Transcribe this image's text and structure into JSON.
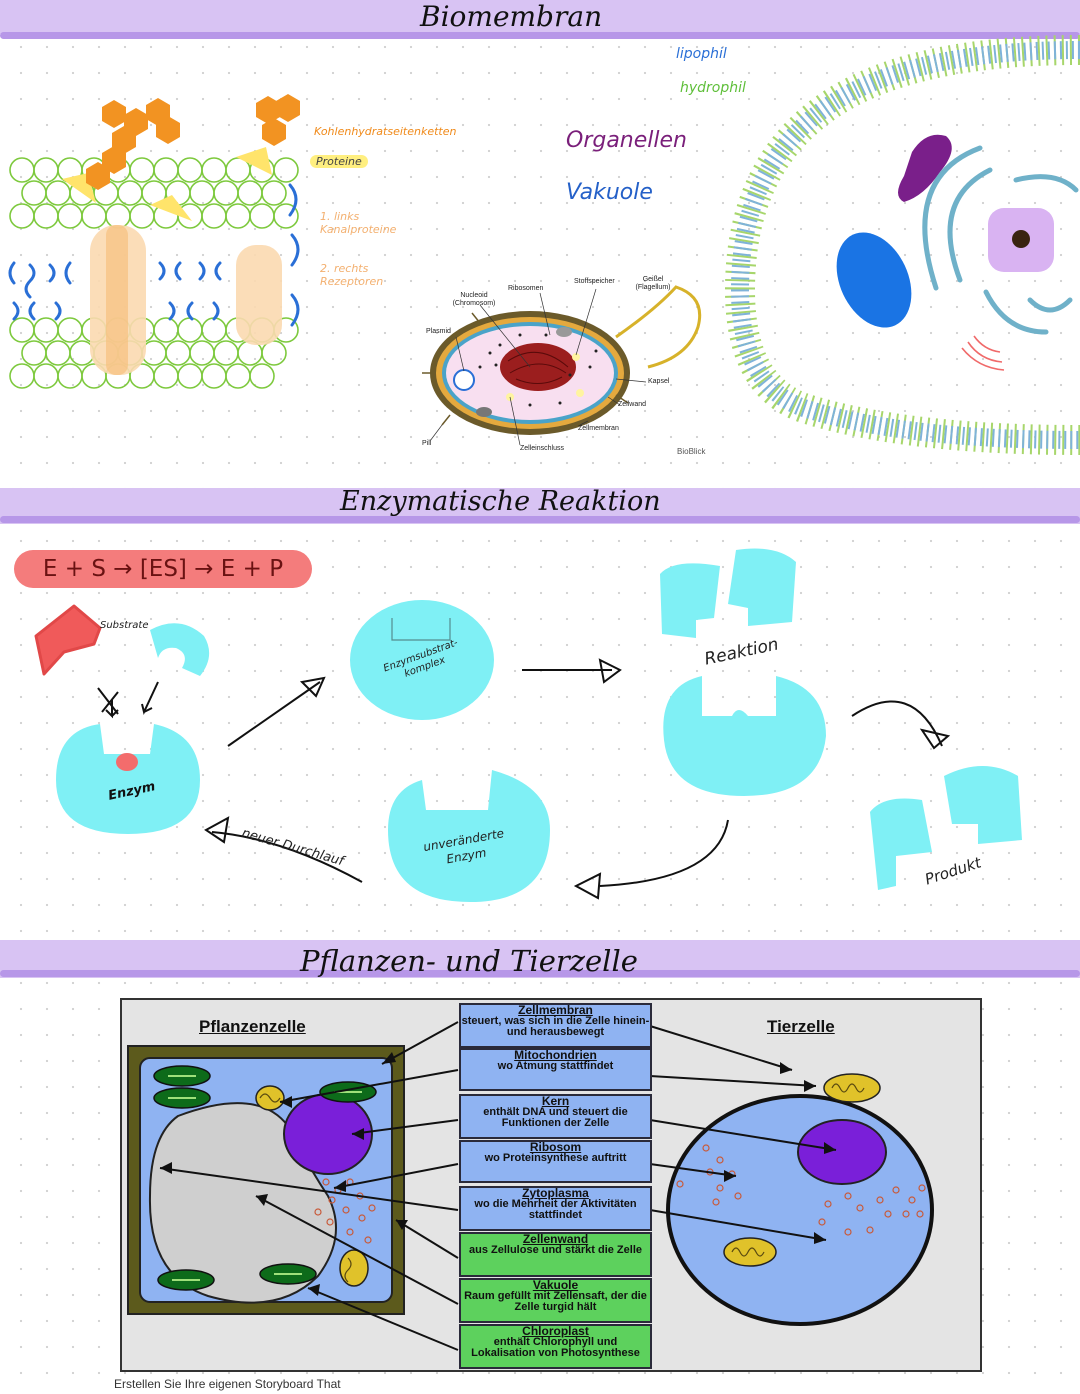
{
  "sections": {
    "biomembran": "Biomembran",
    "enzym": "Enzymatische Reaktion",
    "zellen": "Pflanzen- und Tierzelle"
  },
  "biomembran": {
    "kohlenhydrat": "Kohlenhydratseitenketten",
    "proteine": "Proteine",
    "links_kanal": "1. links Kanalproteine",
    "rechts_rezeptor": "2. rechts Rezeptoren",
    "organellen": "Organellen",
    "vakuole": "Vakuole",
    "lipophil": "lipophil",
    "hydrophil": "hydrophil",
    "bacterium": {
      "nucleoid": "Nucleoid (Chromosom)",
      "ribosomen": "Ribosomen",
      "stoffspeicher": "Stoffspeicher",
      "geissel": "Geißel (Flagellum)",
      "plasmid": "Plasmid",
      "kapsel": "Kapsel",
      "zellwand": "Zellwand",
      "zellmembran": "Zellmembran",
      "pili": "Pili",
      "zelleinschluss": "Zelleinschluss",
      "credit": "BioBlick"
    }
  },
  "enzym": {
    "formula": "E + S → [ES] → E + P",
    "substrate": "Substrate",
    "enzym_label": "Enzym",
    "komplex": "Enzymsubstrat-komplex",
    "reaktion": "Reaktion",
    "produkt": "Produkt",
    "unveraendert": "unveränderte Enzym",
    "neuer": "neuer Durchlauf"
  },
  "zellen": {
    "pflanzenzelle": "Pflanzenzelle",
    "tierzelle": "Tierzelle",
    "footer": "Erstellen Sie Ihre eigenen Storyboard That",
    "boxes": [
      {
        "title": "Zellmembran",
        "text": "steuert, was sich in die Zelle hinein- und herausbewegt",
        "color": "#8fb3f2"
      },
      {
        "title": "Mitochondrien",
        "text": "wo Atmung stattfindet",
        "color": "#8fb3f2"
      },
      {
        "title": "Kern",
        "text": "enthält DNA und steuert die Funktionen der Zelle",
        "color": "#8fb3f2"
      },
      {
        "title": "Ribosom",
        "text": "wo Proteinsynthese auftritt",
        "color": "#8fb3f2"
      },
      {
        "title": "Zytoplasma",
        "text": "wo die Mehrheit der Aktivitäten stattfindet",
        "color": "#8fb3f2"
      },
      {
        "title": "Zellenwand",
        "text": "aus Zellulose und stärkt die Zelle",
        "color": "#5dd15d"
      },
      {
        "title": "Vakuole",
        "text": "Raum gefüllt mit Zellensaft, der die Zelle turgid hält",
        "color": "#5dd15d"
      },
      {
        "title": "Chloroplast",
        "text": "enthält Chlorophyll und Lokalisation von Photosynthese",
        "color": "#5dd15d"
      }
    ]
  },
  "colors": {
    "band": "#d8c3f3",
    "cyan": "#7ff0f5",
    "formula_bg": "#f47c7c",
    "substrate": "#f05a5a"
  }
}
